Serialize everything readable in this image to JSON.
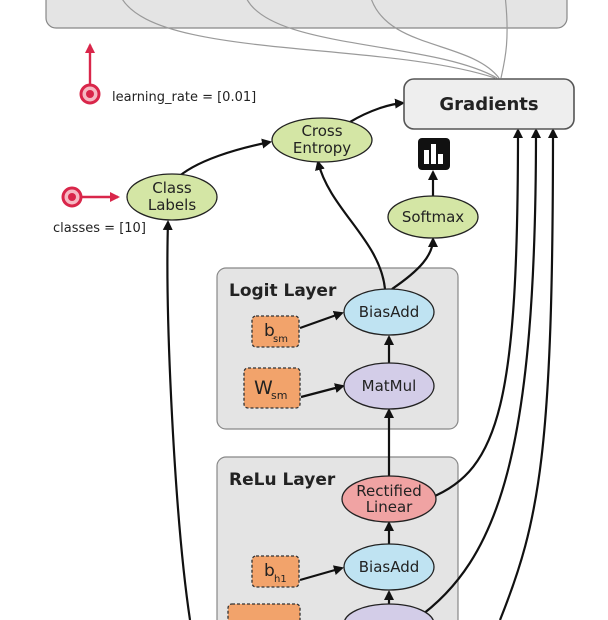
{
  "gradients": {
    "label": "Gradients"
  },
  "learning_rate": {
    "text": "learning_rate = [0.01]"
  },
  "classes": {
    "text": "classes = [10]"
  },
  "cross_entropy": {
    "line1": "Cross",
    "line2": "Entropy"
  },
  "class_labels": {
    "line1": "Class",
    "line2": "Labels"
  },
  "softmax": {
    "label": "Softmax"
  },
  "logit_layer": {
    "title": "Logit Layer",
    "biasadd": "BiasAdd",
    "matmul": "MatMul",
    "b_main": "b",
    "b_sub": "sm",
    "w_main": "W",
    "w_sub": "sm"
  },
  "relu_layer": {
    "title": "ReLu Layer",
    "rectified_line1": "Rectified",
    "rectified_line2": "Linear",
    "biasadd": "BiasAdd",
    "b_main": "b",
    "b_sub": "h1"
  },
  "colors": {
    "green_node": "#d4e6a5",
    "blue_node": "#bfe3f2",
    "purple_node": "#d3cde8",
    "red_node": "#f0a3a3",
    "orange_var": "#f2a36b",
    "panel": "#e4e4e4",
    "input_red": "#d9264a"
  }
}
